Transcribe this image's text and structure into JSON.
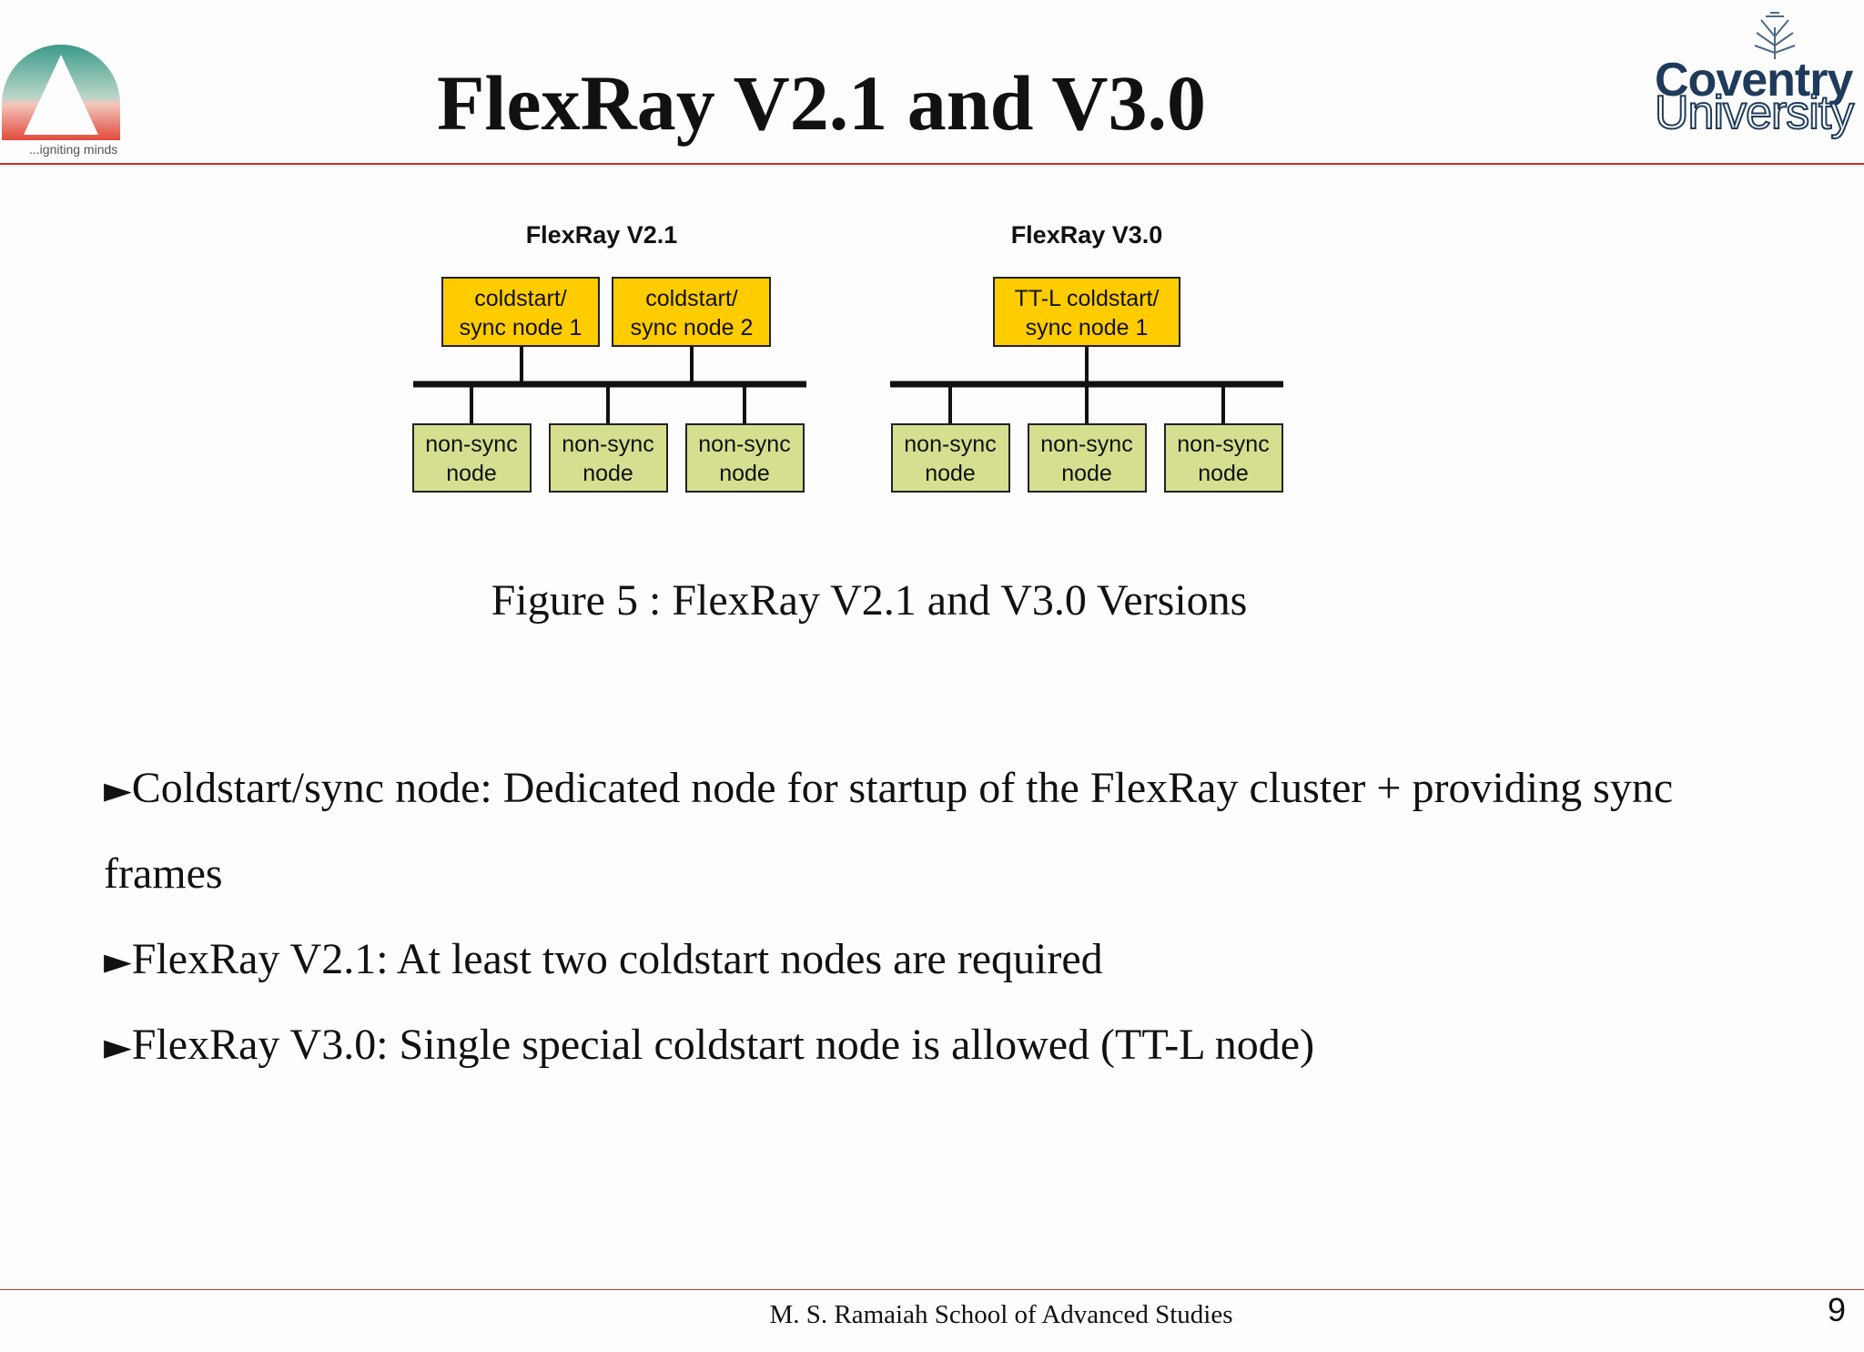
{
  "header": {
    "title": "FlexRay V2.1 and V3.0",
    "left_logo_tagline": "...igniting minds",
    "right_logo_line1": "Coventry",
    "right_logo_line2": "University"
  },
  "diagram": {
    "v21": {
      "label": "FlexRay V2.1",
      "sync_nodes": [
        {
          "line1": "coldstart/",
          "line2": "sync node 1"
        },
        {
          "line1": "coldstart/",
          "line2": "sync node 2"
        }
      ],
      "nonsync_nodes": [
        {
          "line1": "non-sync",
          "line2": "node"
        },
        {
          "line1": "non-sync",
          "line2": "node"
        },
        {
          "line1": "non-sync",
          "line2": "node"
        }
      ]
    },
    "v30": {
      "label": "FlexRay V3.0",
      "sync_nodes": [
        {
          "line1": "TT-L coldstart/",
          "line2": "sync node 1"
        }
      ],
      "nonsync_nodes": [
        {
          "line1": "non-sync",
          "line2": "node"
        },
        {
          "line1": "non-sync",
          "line2": "node"
        },
        {
          "line1": "non-sync",
          "line2": "node"
        }
      ]
    },
    "colors": {
      "sync_fill": "#ffcc00",
      "nonsync_fill": "#d5df8f",
      "bus": "#111111"
    }
  },
  "caption": "Figure 5 : FlexRay V2.1 and V3.0 Versions",
  "bullets": [
    {
      "marker": "►",
      "text": "Coldstart/sync node: Dedicated node for startup of the FlexRay cluster + providing sync"
    },
    {
      "marker": "",
      "text": "frames"
    },
    {
      "marker": "►",
      "text": "FlexRay V2.1: At least two coldstart nodes are required"
    },
    {
      "marker": "►",
      "text": "FlexRay V3.0: Single special coldstart node is allowed (TT-L node)"
    }
  ],
  "footer": {
    "institution": "M. S. Ramaiah School of Advanced Studies",
    "page_number": "9"
  }
}
